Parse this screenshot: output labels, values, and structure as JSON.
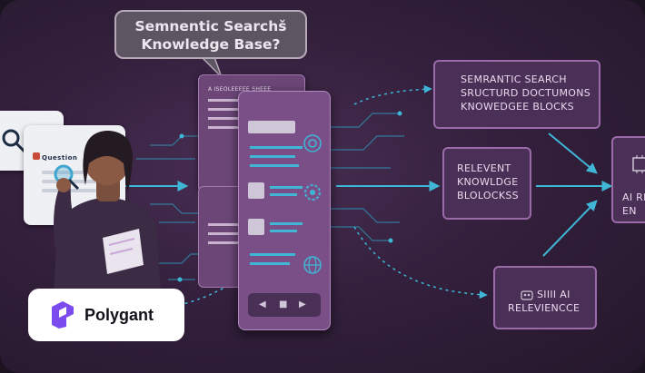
{
  "bubble": {
    "line1": "Semnentic Searchš",
    "line2": "Knowledge Base?"
  },
  "left_card": {
    "label": "Question"
  },
  "box_semantic": {
    "line1": "SEMRANTIC SEARCH",
    "line2": "SRUCTURD DOCTUMONS",
    "line3": "KNOWEDGEE BLOCKS"
  },
  "box_relevant": {
    "line1": "RELEVENT",
    "line2": "KNOWLDGE",
    "line3": "BLOLOCKSS"
  },
  "box_ai": {
    "line1": "AI REL",
    "line2": "EN"
  },
  "box_relevance": {
    "line1": "SIIII AI",
    "line2": "RELEVIENCCE"
  },
  "doc_header": {
    "title": "A ISEOLEEEEE SHEEE"
  },
  "logo": {
    "text": "Polygant"
  },
  "colors": {
    "accent_cyan": "#3fb6d6",
    "box_fill": "#4a2f56",
    "box_border": "#9a6aa9",
    "bubble_fill": "#5e5563"
  }
}
